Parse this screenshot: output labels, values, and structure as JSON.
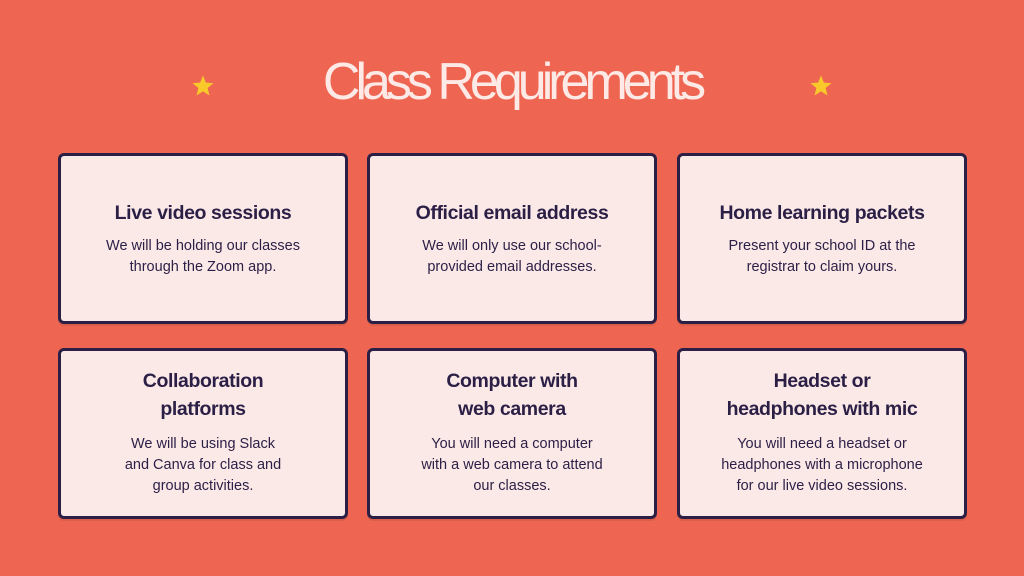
{
  "slide": {
    "title": "Class Requirements",
    "colors": {
      "background": "#ee6652",
      "card": "#fbe9e8",
      "border_text": "#2b1f45",
      "star": "#f9c92b",
      "title": "#fde9e6"
    },
    "icons": [
      "star-icon",
      "star-icon"
    ]
  },
  "cards": [
    {
      "title": "Live video sessions",
      "body": "We will be holding our classes\nthrough the Zoom app."
    },
    {
      "title": "Official email address",
      "body": "We will only use our school-\nprovided email addresses."
    },
    {
      "title": "Home learning packets",
      "body": "Present your school ID at the\nregistrar to claim yours."
    },
    {
      "title": "Collaboration\nplatforms",
      "body": "We will be using Slack\nand Canva for class and\ngroup activities."
    },
    {
      "title": "Computer with\nweb camera",
      "body": "You will need a computer\nwith a web camera to attend\nour classes."
    },
    {
      "title": "Headset or\nheadphones with mic",
      "body": "You will need a headset or\nheadphones with a microphone\nfor our live video sessions."
    }
  ]
}
